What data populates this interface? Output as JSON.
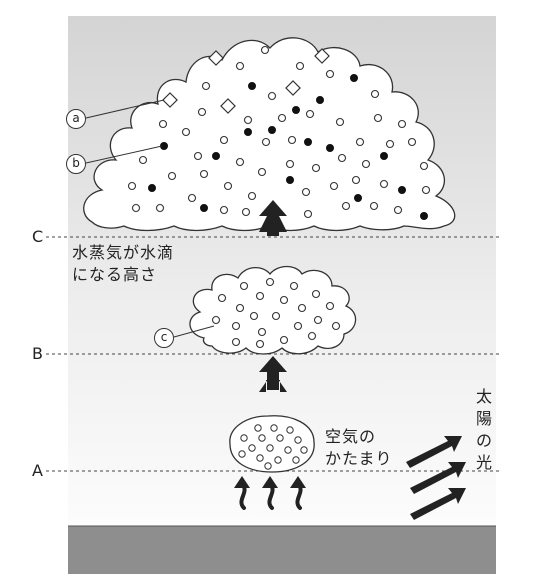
{
  "levels": {
    "a": "A",
    "b": "B",
    "c": "C"
  },
  "condensation_label": [
    "水蒸気が水滴",
    "になる高さ"
  ],
  "air_mass_label": [
    "空気の",
    "かたまり"
  ],
  "sunlight_label": [
    "太",
    "陽",
    "の",
    "光"
  ],
  "markers": {
    "a": "a",
    "b": "b",
    "c": "c"
  },
  "colors": {
    "sky_top": "#d6d6d6",
    "sky_bottom": "#fbfbfb",
    "ground": "#8e8e8e",
    "arrow": "#222222"
  }
}
